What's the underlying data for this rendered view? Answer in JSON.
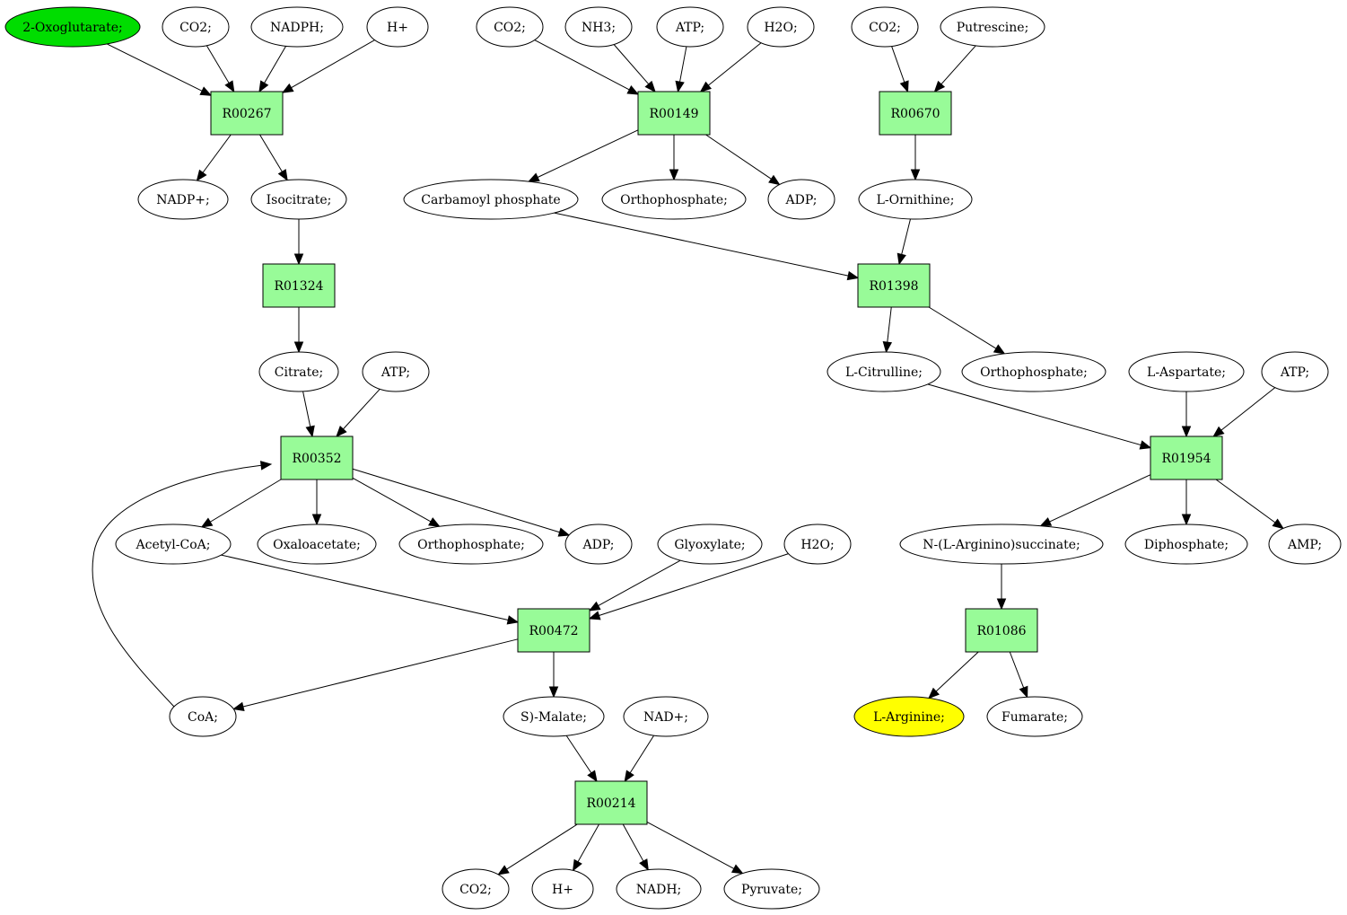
{
  "colors": {
    "reaction_fill": "#98fb98",
    "compound_fill": "#ffffff",
    "start_fill": "#00dd00",
    "target_fill": "#ffff00",
    "stroke": "#000000"
  },
  "nodes": [
    {
      "id": "c1",
      "kind": "compound",
      "label": "2-Oxoglutarate;",
      "role": "start"
    },
    {
      "id": "c2",
      "kind": "compound",
      "label": "CO2;"
    },
    {
      "id": "c3",
      "kind": "compound",
      "label": "NADPH;"
    },
    {
      "id": "c4",
      "kind": "compound",
      "label": "H+"
    },
    {
      "id": "r1",
      "kind": "reaction",
      "label": "R00267"
    },
    {
      "id": "c5",
      "kind": "compound",
      "label": "NADP+;"
    },
    {
      "id": "c6",
      "kind": "compound",
      "label": "Isocitrate;"
    },
    {
      "id": "r2",
      "kind": "reaction",
      "label": "R01324"
    },
    {
      "id": "c7",
      "kind": "compound",
      "label": "Citrate;"
    },
    {
      "id": "c8",
      "kind": "compound",
      "label": "ATP;"
    },
    {
      "id": "r3",
      "kind": "reaction",
      "label": "R00352"
    },
    {
      "id": "c9",
      "kind": "compound",
      "label": "Acetyl-CoA;"
    },
    {
      "id": "c10",
      "kind": "compound",
      "label": "Oxaloacetate;"
    },
    {
      "id": "c11",
      "kind": "compound",
      "label": "Orthophosphate;"
    },
    {
      "id": "c12",
      "kind": "compound",
      "label": "ADP;"
    },
    {
      "id": "c13",
      "kind": "compound",
      "label": "Glyoxylate;"
    },
    {
      "id": "c14",
      "kind": "compound",
      "label": "H2O;"
    },
    {
      "id": "r4",
      "kind": "reaction",
      "label": "R00472"
    },
    {
      "id": "c15",
      "kind": "compound",
      "label": "CoA;"
    },
    {
      "id": "c16",
      "kind": "compound",
      "label": "S)-Malate;"
    },
    {
      "id": "c17",
      "kind": "compound",
      "label": "NAD+;"
    },
    {
      "id": "r5",
      "kind": "reaction",
      "label": "R00214"
    },
    {
      "id": "c18",
      "kind": "compound",
      "label": "CO2;"
    },
    {
      "id": "c19",
      "kind": "compound",
      "label": "H+"
    },
    {
      "id": "c20",
      "kind": "compound",
      "label": "NADH;"
    },
    {
      "id": "c21",
      "kind": "compound",
      "label": "Pyruvate;"
    },
    {
      "id": "c22",
      "kind": "compound",
      "label": "CO2;"
    },
    {
      "id": "c23",
      "kind": "compound",
      "label": "NH3;"
    },
    {
      "id": "c24",
      "kind": "compound",
      "label": "ATP;"
    },
    {
      "id": "c25",
      "kind": "compound",
      "label": "H2O;"
    },
    {
      "id": "r6",
      "kind": "reaction",
      "label": "R00149"
    },
    {
      "id": "c26",
      "kind": "compound",
      "label": "Carbamoyl phosphate"
    },
    {
      "id": "c27",
      "kind": "compound",
      "label": "Orthophosphate;"
    },
    {
      "id": "c28",
      "kind": "compound",
      "label": "ADP;"
    },
    {
      "id": "c29",
      "kind": "compound",
      "label": "CO2;"
    },
    {
      "id": "c30",
      "kind": "compound",
      "label": "Putrescine;"
    },
    {
      "id": "r7",
      "kind": "reaction",
      "label": "R00670"
    },
    {
      "id": "c31",
      "kind": "compound",
      "label": "L-Ornithine;"
    },
    {
      "id": "r8",
      "kind": "reaction",
      "label": "R01398"
    },
    {
      "id": "c32",
      "kind": "compound",
      "label": "L-Citrulline;"
    },
    {
      "id": "c33",
      "kind": "compound",
      "label": "Orthophosphate;"
    },
    {
      "id": "c34",
      "kind": "compound",
      "label": "L-Aspartate;"
    },
    {
      "id": "c35",
      "kind": "compound",
      "label": "ATP;"
    },
    {
      "id": "r9",
      "kind": "reaction",
      "label": "R01954"
    },
    {
      "id": "c36",
      "kind": "compound",
      "label": "N-(L-Arginino)succinate;"
    },
    {
      "id": "c37",
      "kind": "compound",
      "label": "Diphosphate;"
    },
    {
      "id": "c38",
      "kind": "compound",
      "label": "AMP;"
    },
    {
      "id": "r10",
      "kind": "reaction",
      "label": "R01086"
    },
    {
      "id": "c39",
      "kind": "compound",
      "label": "L-Arginine;",
      "role": "target"
    },
    {
      "id": "c40",
      "kind": "compound",
      "label": "Fumarate;"
    }
  ],
  "edges": [
    [
      "c1",
      "r1"
    ],
    [
      "c2",
      "r1"
    ],
    [
      "c3",
      "r1"
    ],
    [
      "c4",
      "r1"
    ],
    [
      "r1",
      "c5"
    ],
    [
      "r1",
      "c6"
    ],
    [
      "c6",
      "r2"
    ],
    [
      "r2",
      "c7"
    ],
    [
      "c7",
      "r3"
    ],
    [
      "c8",
      "r3"
    ],
    [
      "c15",
      "r3"
    ],
    [
      "r3",
      "c9"
    ],
    [
      "r3",
      "c10"
    ],
    [
      "r3",
      "c11"
    ],
    [
      "r3",
      "c12"
    ],
    [
      "c9",
      "r4"
    ],
    [
      "c13",
      "r4"
    ],
    [
      "c14",
      "r4"
    ],
    [
      "r4",
      "c15"
    ],
    [
      "r4",
      "c16"
    ],
    [
      "c16",
      "r5"
    ],
    [
      "c17",
      "r5"
    ],
    [
      "r5",
      "c18"
    ],
    [
      "r5",
      "c19"
    ],
    [
      "r5",
      "c20"
    ],
    [
      "r5",
      "c21"
    ],
    [
      "c22",
      "r6"
    ],
    [
      "c23",
      "r6"
    ],
    [
      "c24",
      "r6"
    ],
    [
      "c25",
      "r6"
    ],
    [
      "r6",
      "c26"
    ],
    [
      "r6",
      "c27"
    ],
    [
      "r6",
      "c28"
    ],
    [
      "c29",
      "r7"
    ],
    [
      "c30",
      "r7"
    ],
    [
      "r7",
      "c31"
    ],
    [
      "c26",
      "r8"
    ],
    [
      "c31",
      "r8"
    ],
    [
      "r8",
      "c32"
    ],
    [
      "r8",
      "c33"
    ],
    [
      "c32",
      "r9"
    ],
    [
      "c34",
      "r9"
    ],
    [
      "c35",
      "r9"
    ],
    [
      "r9",
      "c36"
    ],
    [
      "r9",
      "c37"
    ],
    [
      "r9",
      "c38"
    ],
    [
      "c36",
      "r10"
    ],
    [
      "r10",
      "c39"
    ],
    [
      "r10",
      "c40"
    ]
  ]
}
